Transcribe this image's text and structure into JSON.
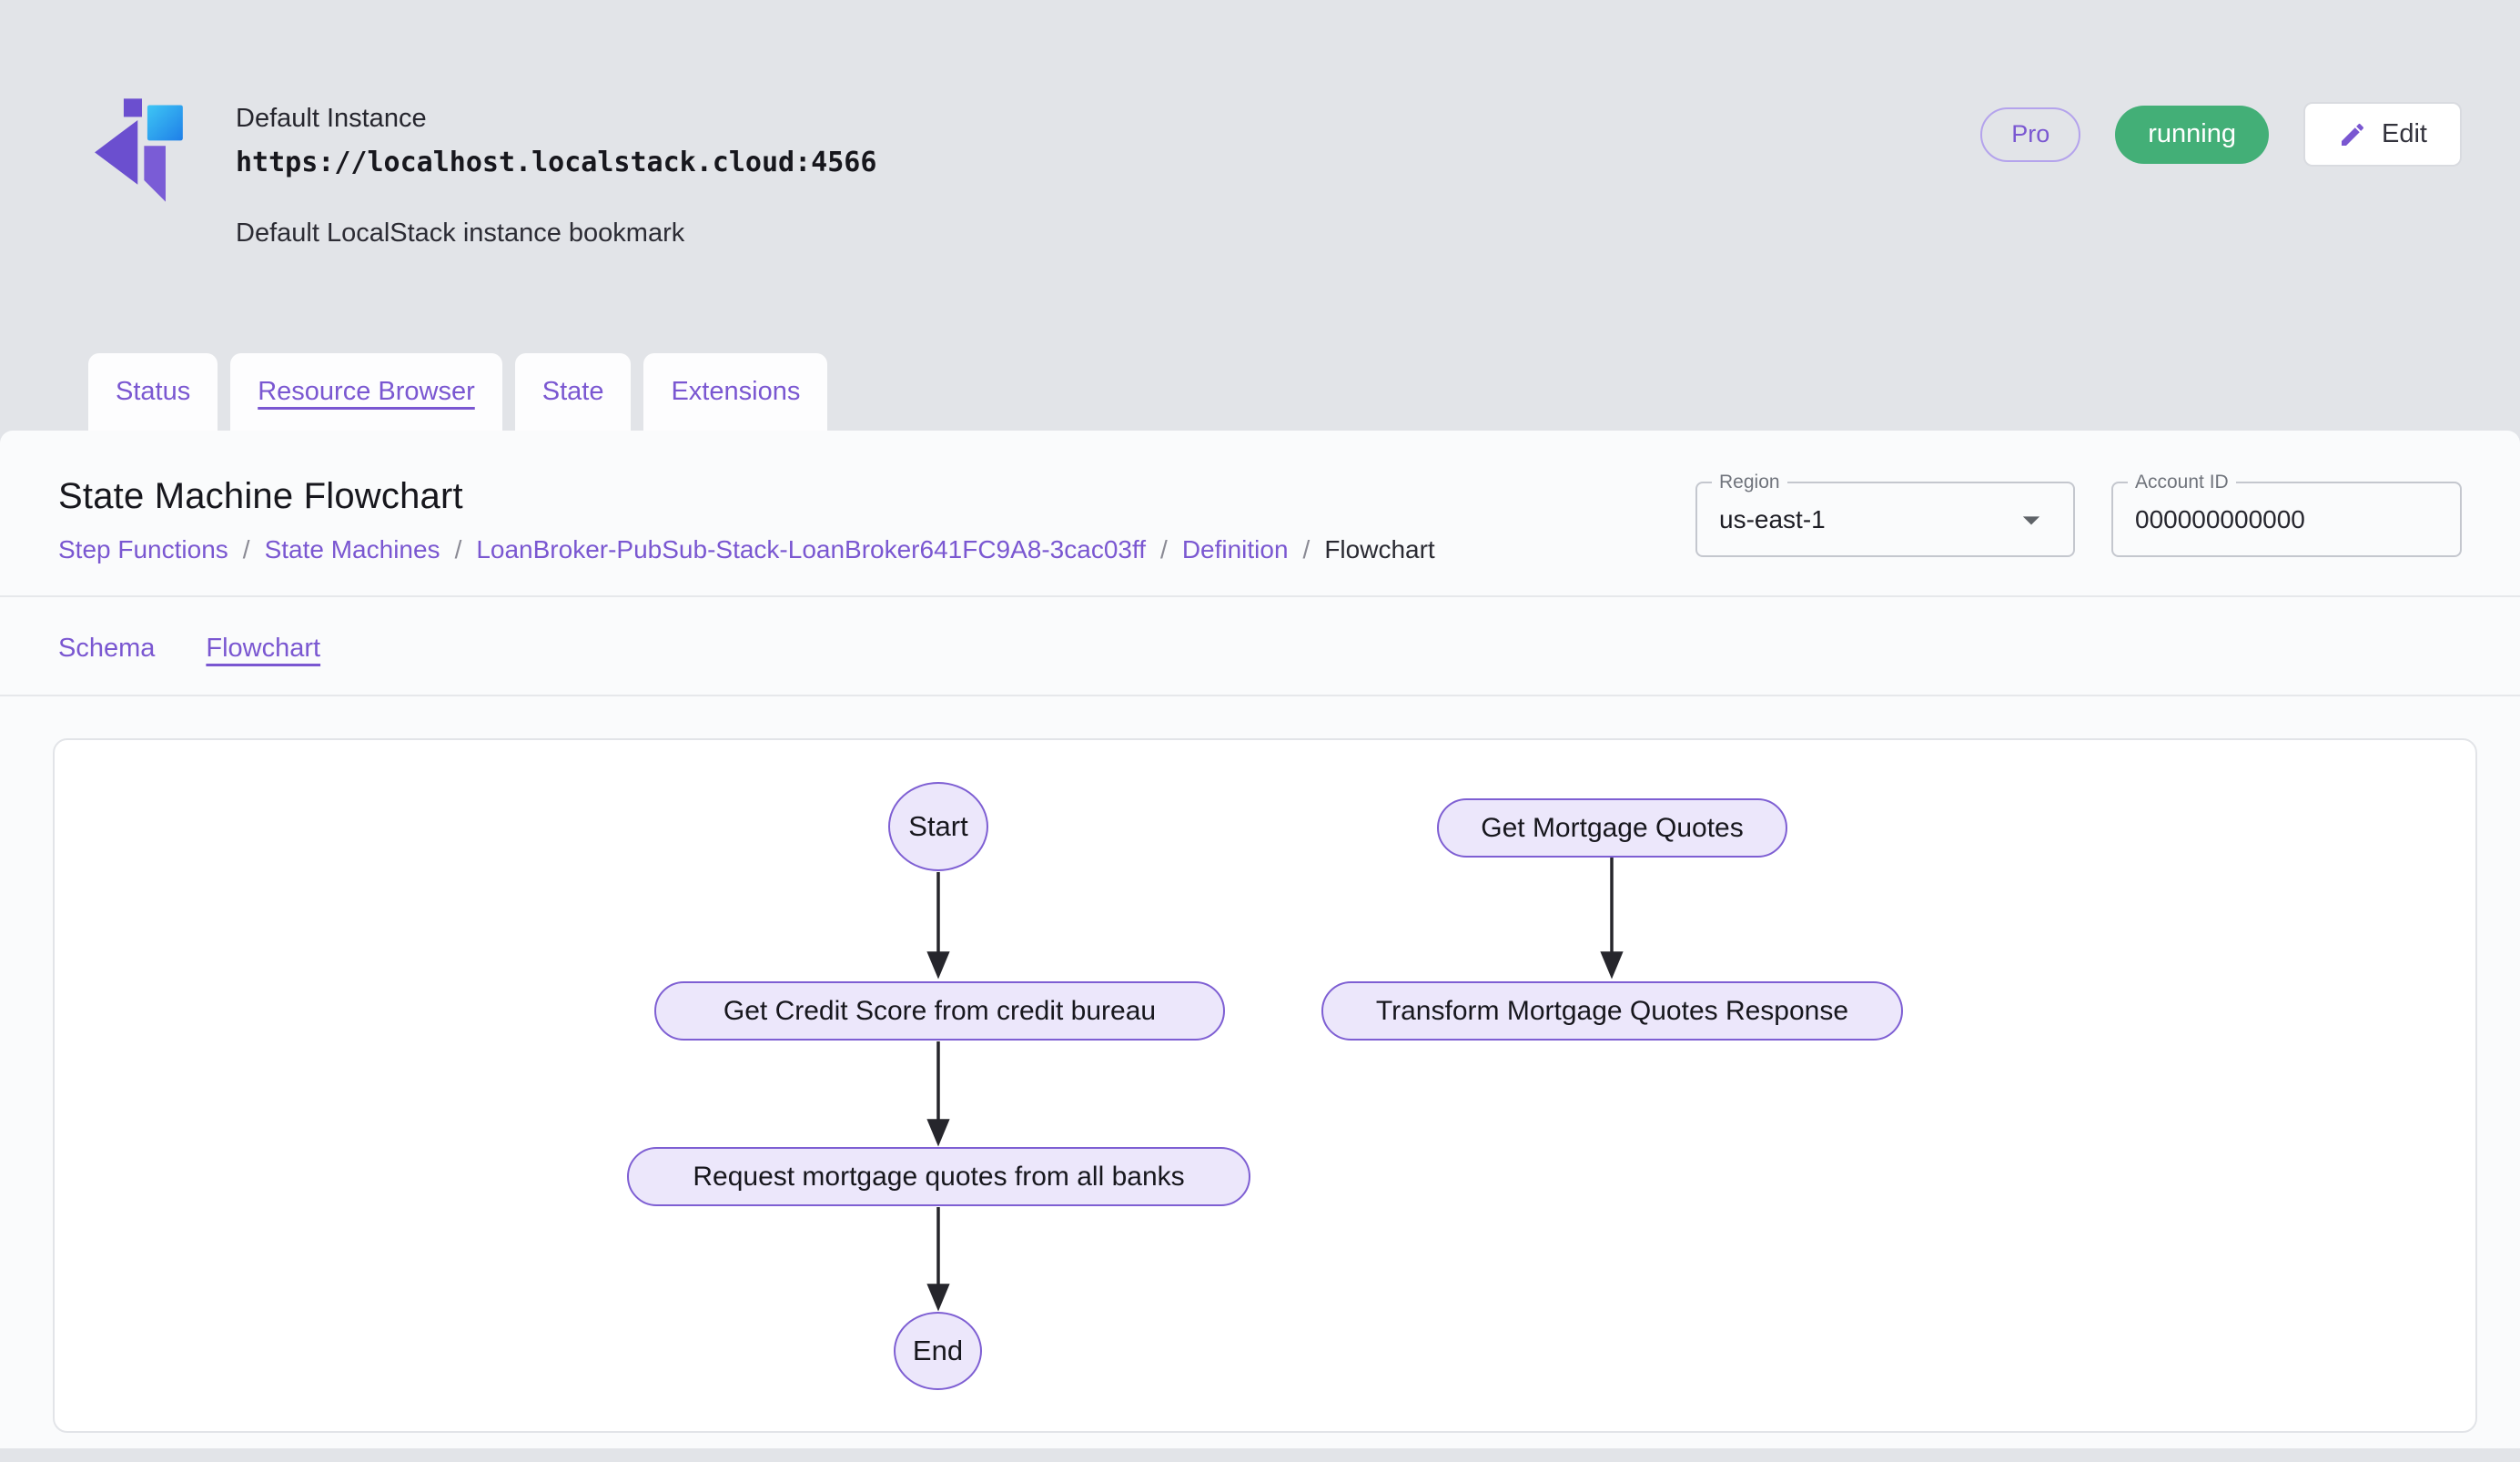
{
  "header": {
    "instance_name": "Default Instance",
    "instance_url": "https://localhost.localstack.cloud:4566",
    "instance_description": "Default LocalStack instance bookmark",
    "pro_badge": "Pro",
    "status_badge": "running",
    "edit_button": "Edit"
  },
  "tabs": [
    {
      "label": "Status",
      "active": false
    },
    {
      "label": "Resource Browser",
      "active": true
    },
    {
      "label": "State",
      "active": false
    },
    {
      "label": "Extensions",
      "active": false
    }
  ],
  "page": {
    "title": "State Machine Flowchart",
    "breadcrumb": [
      "Step Functions",
      "State Machines",
      "LoanBroker-PubSub-Stack-LoanBroker641FC9A8-3cac03ff",
      "Definition",
      "Flowchart"
    ],
    "region": {
      "label": "Region",
      "value": "us-east-1"
    },
    "account_id": {
      "label": "Account ID",
      "value": "000000000000"
    }
  },
  "subtabs": [
    {
      "label": "Schema",
      "active": false
    },
    {
      "label": "Flowchart",
      "active": true
    }
  ],
  "flowchart": {
    "nodes": {
      "start": "Start",
      "credit_score": "Get Credit Score from credit bureau",
      "request_quotes": "Request mortgage quotes from all banks",
      "end": "End",
      "get_quotes": "Get Mortgage Quotes",
      "transform_response": "Transform Mortgage Quotes Response"
    },
    "edges": [
      [
        "start",
        "credit_score"
      ],
      [
        "credit_score",
        "request_quotes"
      ],
      [
        "request_quotes",
        "end"
      ],
      [
        "get_quotes",
        "transform_response"
      ]
    ]
  },
  "icons": {
    "logo": "localstack-logo",
    "edit": "pencil-icon",
    "region_dropdown": "chevron-down-icon"
  },
  "colors": {
    "accent_purple": "#7a57d1",
    "status_green": "#43af77",
    "node_fill": "#ece7fb",
    "node_border": "#7e5fd3",
    "page_bg": "#e2e4e8",
    "panel_bg": "#fafbfc"
  }
}
